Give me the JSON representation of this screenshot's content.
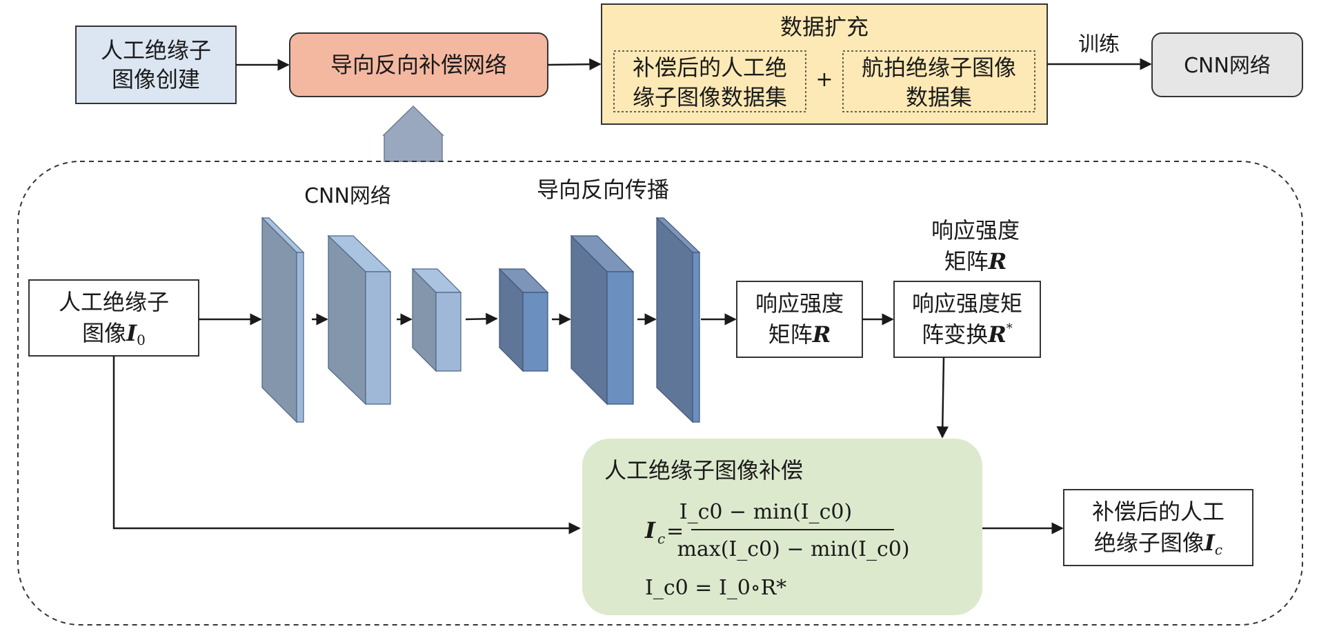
{
  "top_row": {
    "create": {
      "line1": "人工绝缘子",
      "line2": "图像创建"
    },
    "gbp_compensation": {
      "label": "导向反向补偿网络"
    },
    "augmentation": {
      "title": "数据扩充",
      "left": {
        "line1": "补偿后的人工绝",
        "line2": "缘子图像数据集"
      },
      "plus": "+",
      "right": {
        "line1": "航拍绝缘子图像",
        "line2": "数据集"
      }
    },
    "train_label": "训练",
    "cnn": {
      "label": "CNN网络"
    }
  },
  "process": {
    "cnn_label": "CNN网络",
    "gbp_label": "导向反向传播",
    "input": {
      "line1": "人工绝缘子",
      "line2_text": "图像",
      "symbol": "I",
      "subscript": "0"
    },
    "response_matrix": {
      "line1": "响应强度",
      "line2_text": "矩阵",
      "symbol": "R"
    },
    "response_caption": {
      "line1": "响应强度",
      "line2_text": "矩阵",
      "symbol": "R"
    },
    "transform": {
      "line1": "响应强度矩",
      "line2_text": "阵变换",
      "symbol": "R",
      "superscript": "*"
    },
    "compensation": {
      "title": "人工绝缘子图像补偿",
      "eq_lhs": "I",
      "eq_lhs_sub": "c",
      "numerator": "I_c0 − min(I_c0)",
      "denominator": "max(I_c0) − min(I_c0)",
      "eq2": "I_c0 = I_0∘R*"
    },
    "output": {
      "line1": "补偿后的人工",
      "line2_text": "绝缘子图像",
      "symbol": "I",
      "subscript": "c"
    }
  },
  "colors": {
    "create_fill": "#dce6f2",
    "gbp_fill": "#f4b8a1",
    "augment_fill": "#fde9b5",
    "cnn_fill": "#e6e6e6",
    "comp_fill": "#dde9cd",
    "layer_front_a": "#8496ab",
    "layer_side_a": "#9fb8d8",
    "layer_front_b": "#5f7698",
    "layer_side_b": "#6b8fbf",
    "up_arrow": "#9aa8bf"
  }
}
